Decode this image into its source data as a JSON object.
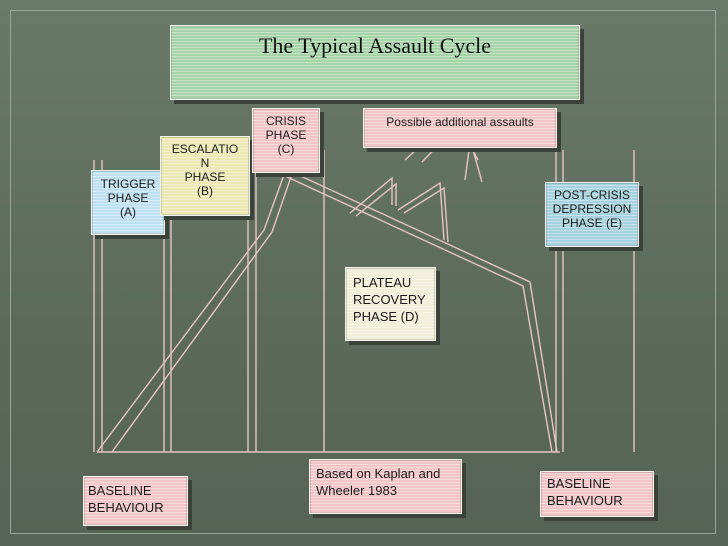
{
  "title": "The Typical Assault Cycle",
  "phases": {
    "trigger": "TRIGGER\nPHASE\n(A)",
    "escalation": "ESCALATIO\nN\nPHASE\n(B)",
    "crisis": "CRISIS\nPHASE\n(C)",
    "additional": "Possible additional assaults",
    "post_crisis": "POST-CRISIS\nDEPRESSION\nPHASE (E)",
    "plateau": "PLATEAU\nRECOVERY\nPHASE (D)"
  },
  "baseline_left": "BASELINE\nBEHAVIOUR",
  "baseline_right": "BASELINE\nBEHAVIOUR",
  "source": "Based on Kaplan and\nWheeler 1983",
  "colors": {
    "background": "#5c6a5c",
    "line": "#e8c8c8",
    "title_box": "#a7d3a9"
  }
}
